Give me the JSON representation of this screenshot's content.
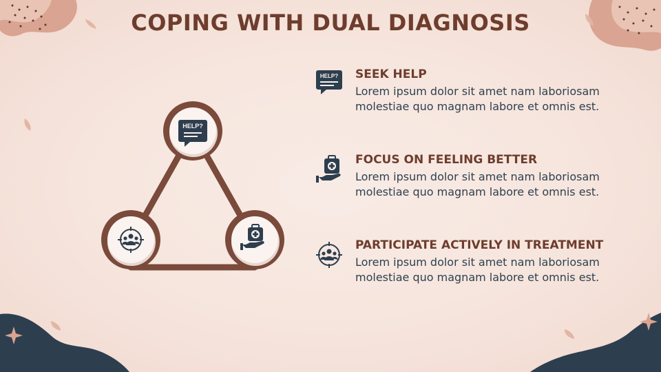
{
  "slide": {
    "title": "COPING WITH DUAL DIAGNOSIS",
    "colors": {
      "accent": "#7a4a3a",
      "title": "#6e3d2d",
      "body_text": "#2f4150",
      "dark_blob": "#2d3e4f",
      "peach": "#d9a491"
    }
  },
  "diagram": {
    "nodes": [
      {
        "icon": "help-speech-bubble-icon",
        "icon_text": "HELP?"
      },
      {
        "icon": "group-target-icon"
      },
      {
        "icon": "hand-medical-kit-icon"
      }
    ]
  },
  "items": [
    {
      "icon": "help-speech-bubble-icon",
      "icon_text": "HELP?",
      "heading": "SEEK HELP",
      "body": "Lorem ipsum dolor sit amet nam laboriosam molestiae quo magnam labore et omnis est."
    },
    {
      "icon": "hand-medical-kit-icon",
      "heading": "FOCUS ON FEELING BETTER",
      "body": "Lorem ipsum dolor sit amet nam laboriosam molestiae quo magnam labore et omnis est."
    },
    {
      "icon": "group-target-icon",
      "heading": "PARTICIPATE ACTIVELY IN TREATMENT",
      "body": "Lorem ipsum dolor sit amet nam laboriosam molestiae quo magnam labore et omnis est."
    }
  ]
}
